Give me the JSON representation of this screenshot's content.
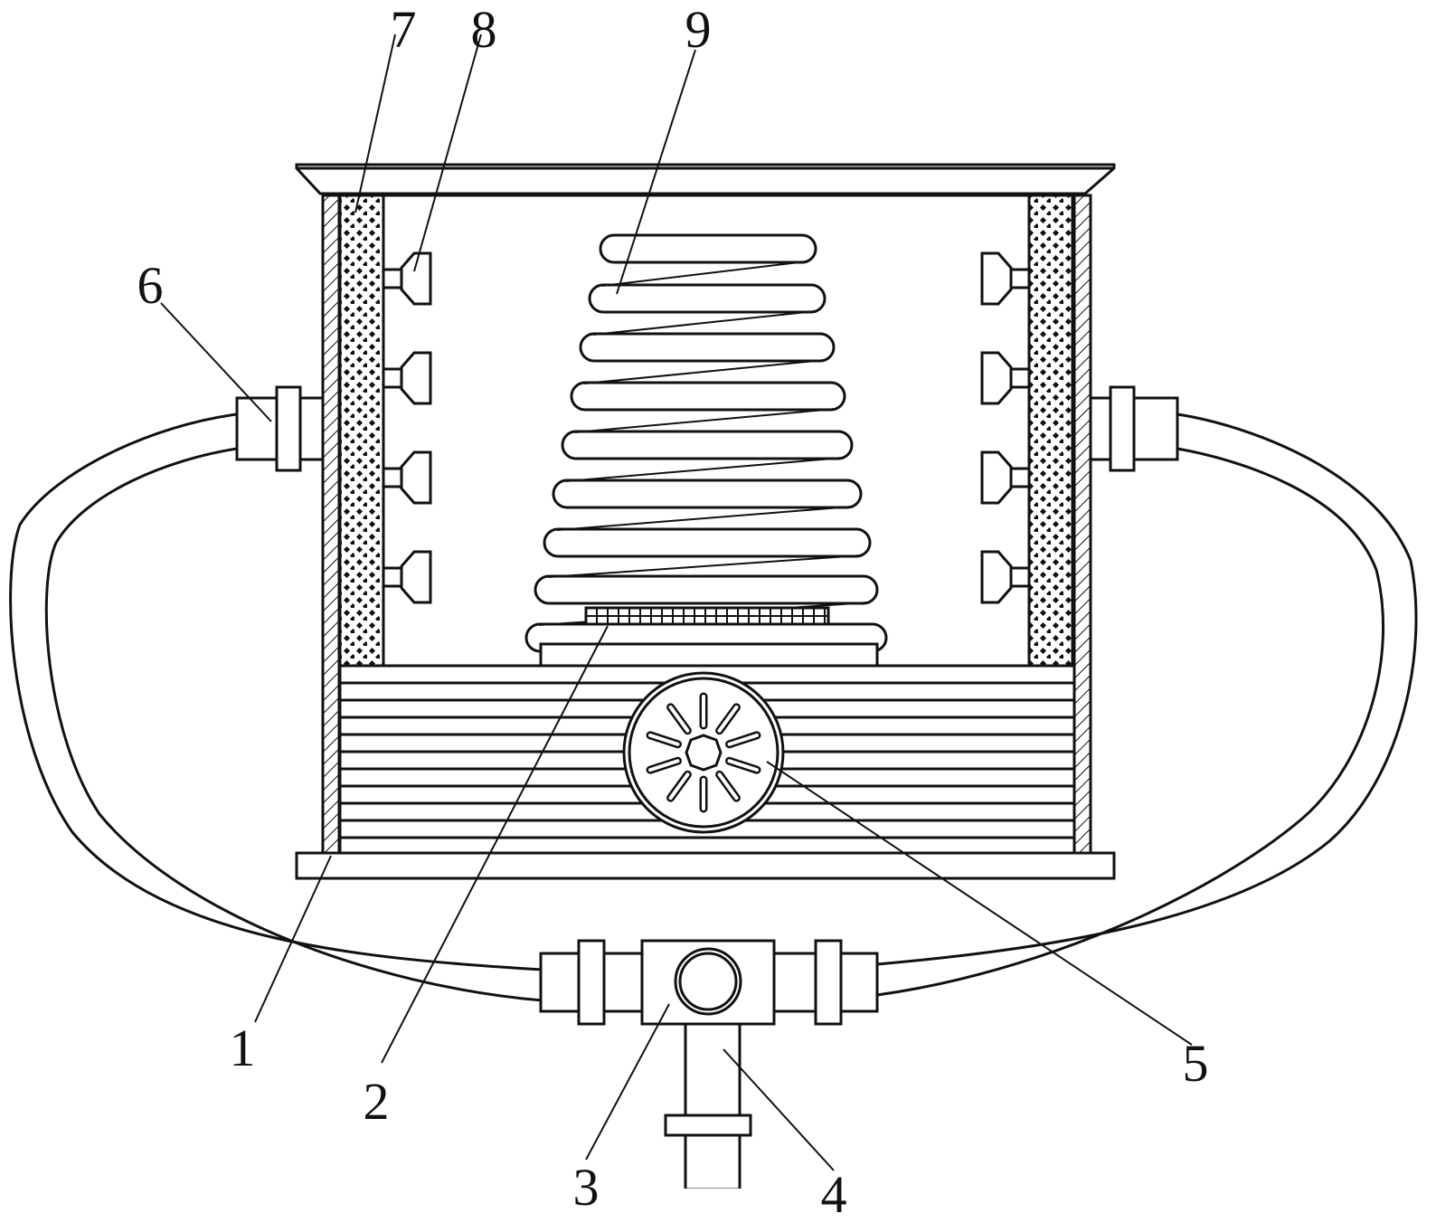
{
  "labels": {
    "l1": "1",
    "l2": "2",
    "l3": "3",
    "l4": "4",
    "l5": "5",
    "l6": "6",
    "l7": "7",
    "l8": "8",
    "l9": "9"
  }
}
